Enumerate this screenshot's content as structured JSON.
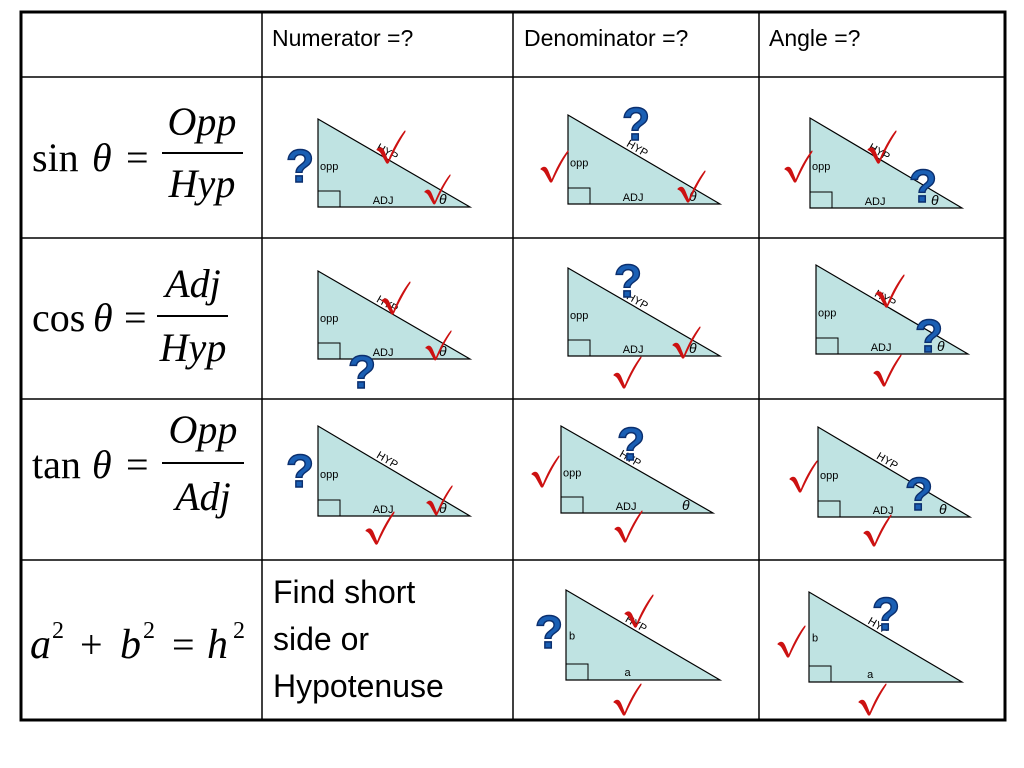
{
  "header": {
    "col1": "Numerator =?",
    "col2": "Denominator =?",
    "col3": "Angle =?"
  },
  "formulas": {
    "sin": {
      "fn": "sin",
      "angle": "θ",
      "eq": "=",
      "num": "Opp",
      "den": "Hyp"
    },
    "cos": {
      "fn": "cos",
      "angle": "θ",
      "eq": "=",
      "num": "Adj",
      "den": "Hyp"
    },
    "tan": {
      "fn": "tan",
      "angle": "θ",
      "eq": "=",
      "num": "Opp",
      "den": "Adj"
    },
    "pyth": {
      "a": "a",
      "b": "b",
      "h": "h",
      "exp": "2",
      "plus": "+",
      "eq": "="
    }
  },
  "find_text": {
    "line1": "Find short",
    "line2": "side or",
    "line3": "Hypotenuse"
  },
  "triangle_labels": {
    "opp": "opp",
    "adj": "ADJ",
    "hyp": "HYP",
    "theta": "θ",
    "side_b": "b",
    "side_a": "a"
  },
  "question_mark": "?",
  "colors": {
    "triangle_fill": "#bfe3e2",
    "check_red": "#cc1111",
    "question_blue": "#1a5fb4",
    "border": "#000000"
  }
}
